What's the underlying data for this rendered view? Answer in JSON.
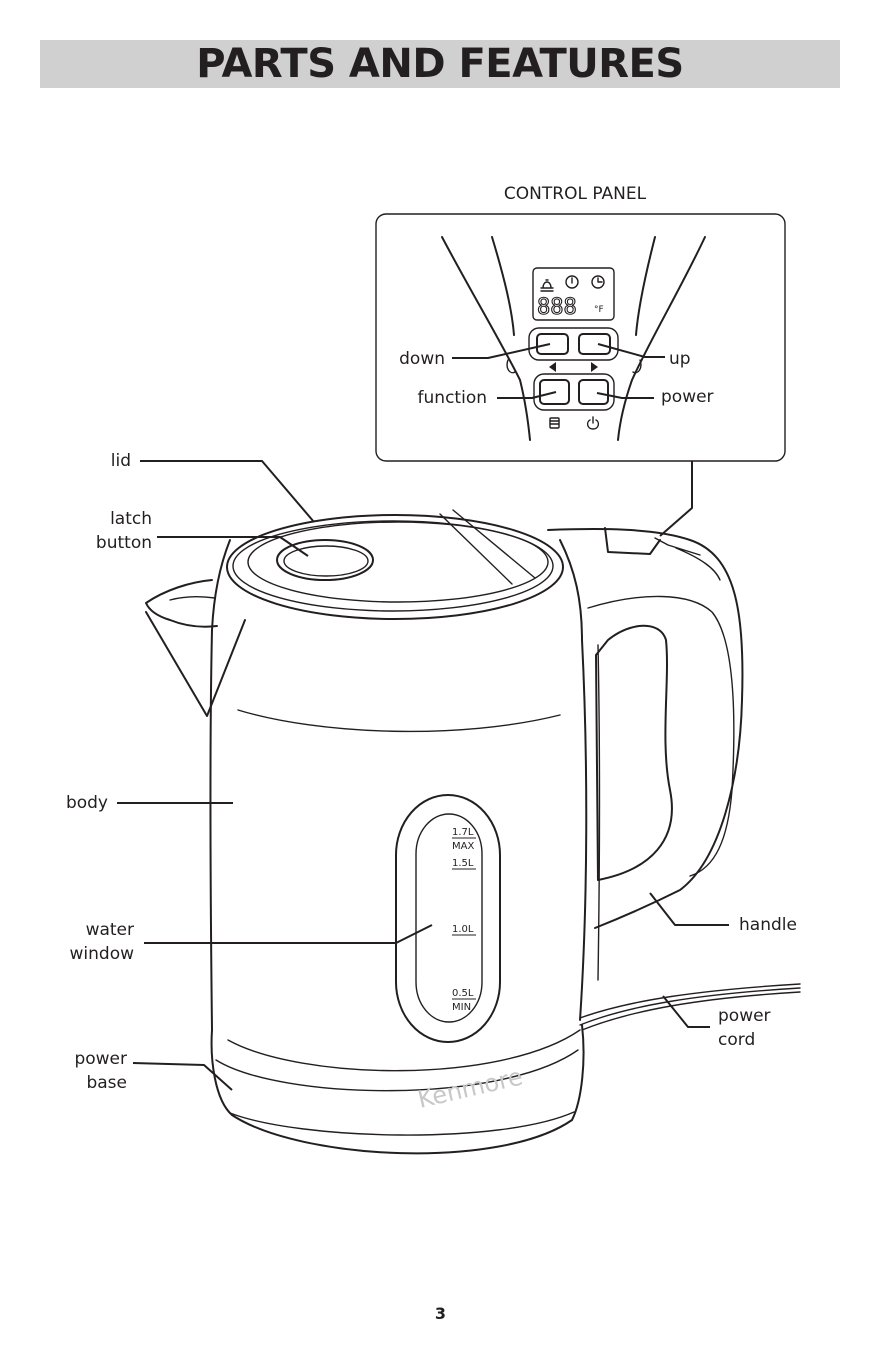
{
  "title": "PARTS AND FEATURES",
  "page_number": "3",
  "control_panel": {
    "heading": "CONTROL PANEL",
    "display_digits": "888",
    "temp_unit": "°F",
    "labels": {
      "down": "down",
      "up": "up",
      "function": "function",
      "power": "power"
    }
  },
  "parts": {
    "lid": "lid",
    "latch_button": [
      "latch",
      "button"
    ],
    "body": "body",
    "water_window": [
      "water",
      "window"
    ],
    "power_base": [
      "power",
      "base"
    ],
    "handle": "handle",
    "power_cord": [
      "power",
      "cord"
    ]
  },
  "water_window_marks": {
    "max_value": "1.7L",
    "max_label": "MAX",
    "mark_1_5": "1.5L",
    "mark_1_0": "1.0L",
    "min_value": "0.5L",
    "min_label": "MIN"
  },
  "brand": "Kenmore",
  "colors": {
    "title_bar": "#d0d0d0",
    "ink": "#231f20",
    "brand_text": "#c8c8c8"
  }
}
